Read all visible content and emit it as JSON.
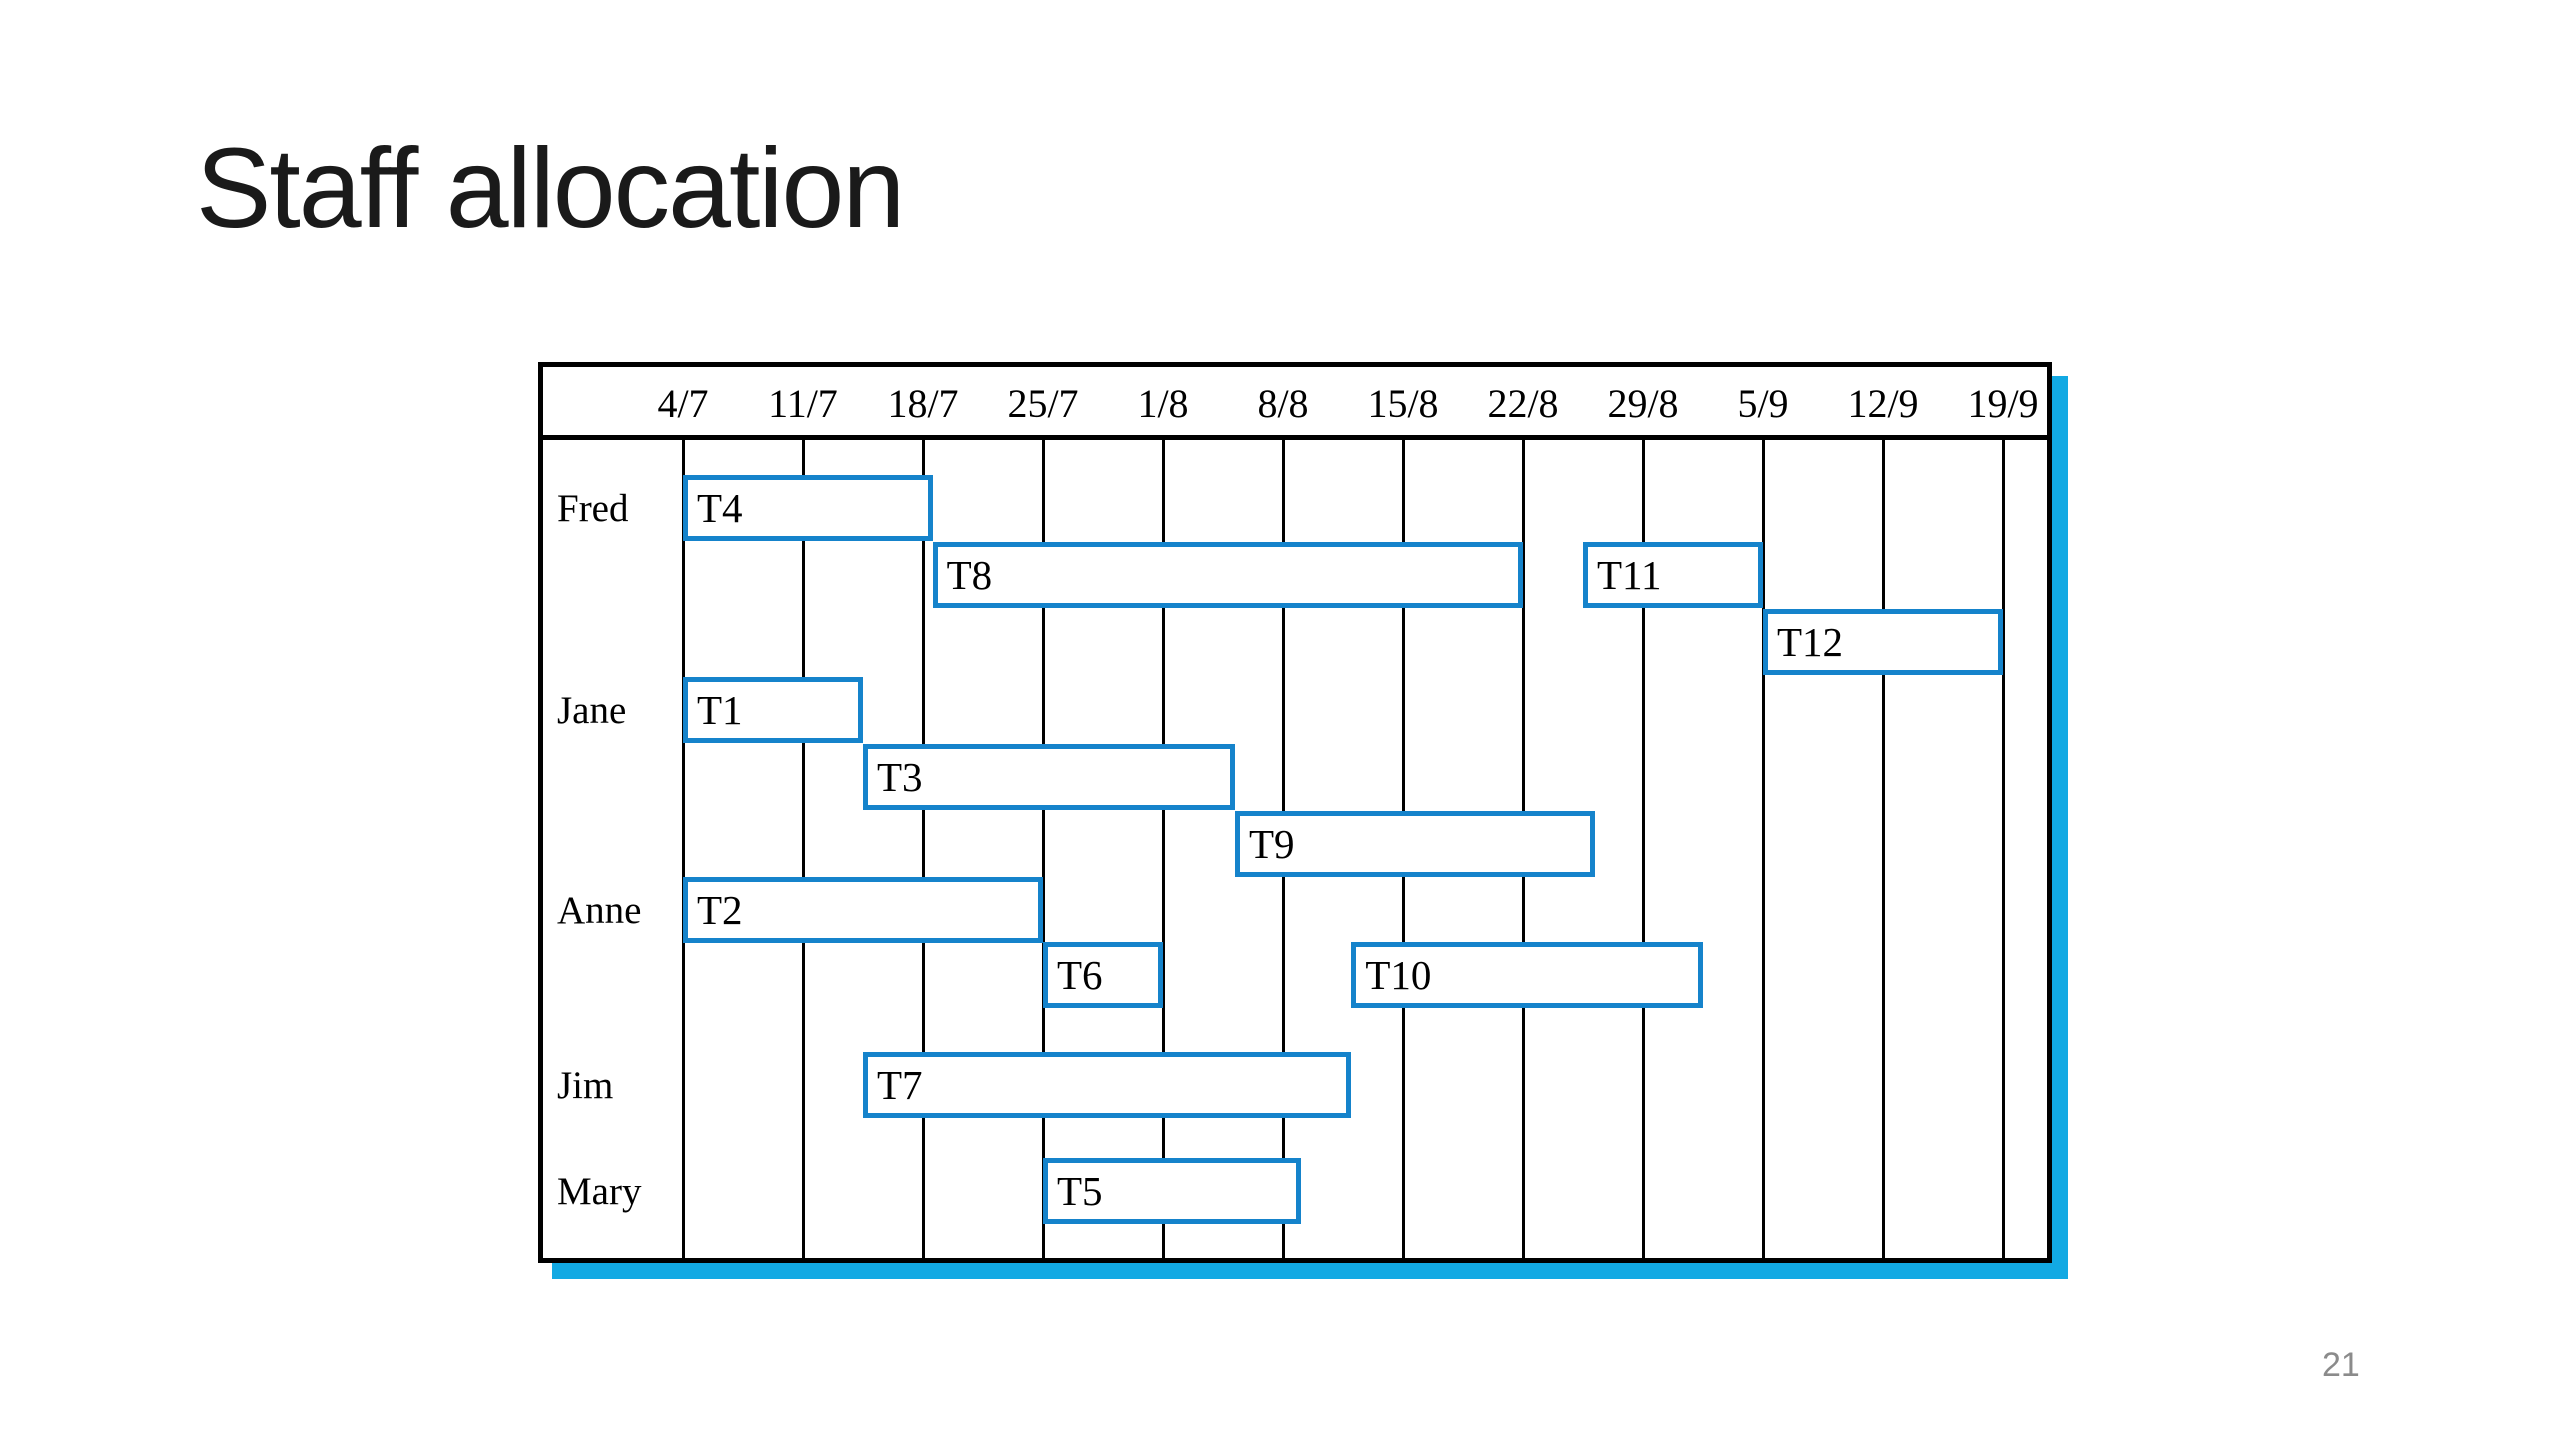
{
  "slide": {
    "title": "Staff allocation",
    "page_number": "21"
  },
  "chart_data": {
    "type": "gantt",
    "title": "Staff allocation",
    "x_axis": {
      "tick_labels": [
        "4/7",
        "11/7",
        "18/7",
        "25/7",
        "1/8",
        "8/8",
        "15/8",
        "22/8",
        "29/8",
        "5/9",
        "12/9",
        "19/9"
      ],
      "tick_unit": "week (date d/m)",
      "range_weeks": [
        0,
        11
      ]
    },
    "staff": [
      {
        "name": "Fred",
        "lane": 0
      },
      {
        "name": "Jane",
        "lane": 3
      },
      {
        "name": "Anne",
        "lane": 6
      },
      {
        "name": "Jim",
        "lane": 8
      },
      {
        "name": "Mary",
        "lane": 9
      }
    ],
    "tasks": [
      {
        "id": "T4",
        "staff": "Fred",
        "lane": 0,
        "start_week": 0.0,
        "end_week": 2.08
      },
      {
        "id": "T8",
        "staff": "Fred",
        "lane": 1,
        "start_week": 2.08,
        "end_week": 7.0
      },
      {
        "id": "T11",
        "staff": "Fred",
        "lane": 1,
        "start_week": 7.5,
        "end_week": 9.0
      },
      {
        "id": "T12",
        "staff": "Fred",
        "lane": 2,
        "start_week": 9.0,
        "end_week": 11.0
      },
      {
        "id": "T1",
        "staff": "Jane",
        "lane": 3,
        "start_week": 0.0,
        "end_week": 1.5
      },
      {
        "id": "T3",
        "staff": "Jane",
        "lane": 4,
        "start_week": 1.5,
        "end_week": 4.6
      },
      {
        "id": "T9",
        "staff": "Jane",
        "lane": 5,
        "start_week": 4.6,
        "end_week": 7.6
      },
      {
        "id": "T2",
        "staff": "Anne",
        "lane": 6,
        "start_week": 0.0,
        "end_week": 3.0
      },
      {
        "id": "T6",
        "staff": "Anne",
        "lane": 7,
        "start_week": 3.0,
        "end_week": 4.0
      },
      {
        "id": "T10",
        "staff": "Anne",
        "lane": 7,
        "start_week": 5.57,
        "end_week": 8.5
      },
      {
        "id": "T7",
        "staff": "Jim",
        "lane": 8,
        "start_week": 1.5,
        "end_week": 5.57
      },
      {
        "id": "T5",
        "staff": "Mary",
        "lane": 9,
        "start_week": 3.0,
        "end_week": 5.15
      }
    ],
    "legend": null,
    "grid": "weekly vertical lines",
    "colors": {
      "task_bar_border": "#1583cb",
      "task_bar_fill": "#ffffff",
      "drop_shadow": "#12a9e3",
      "grid_lines": "#000000",
      "title_text": "#1a1a1a",
      "page_number_text": "#8b8b8b"
    }
  }
}
